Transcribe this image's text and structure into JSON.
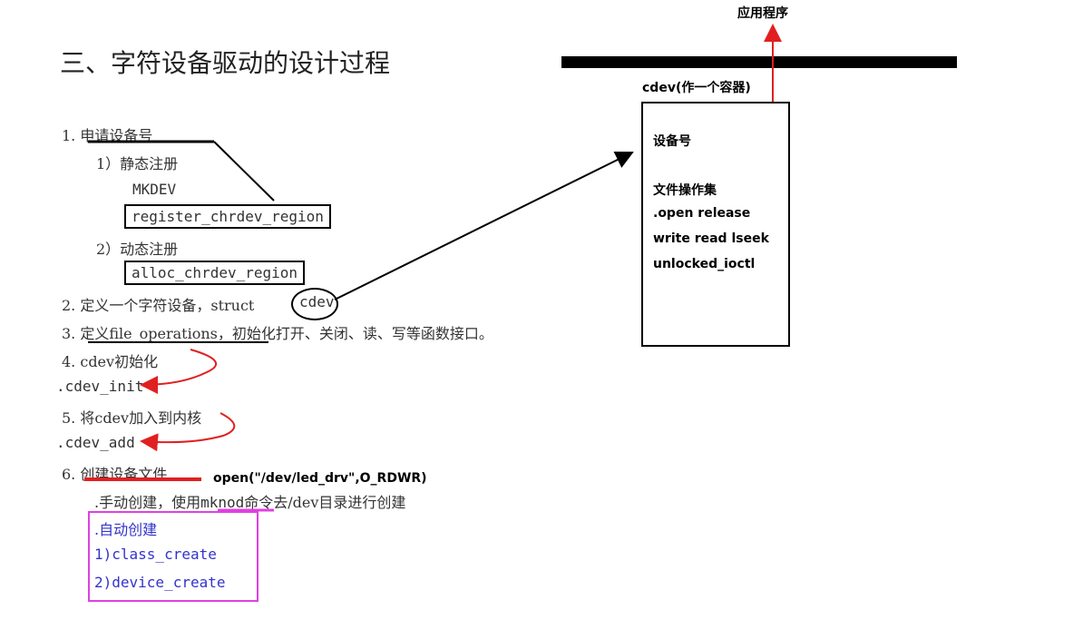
{
  "title": "三、字符设备驱动的设计过程",
  "steps": {
    "s1": "1. 申请设备号",
    "s1a": "1）静态注册",
    "mkdev": "MKDEV",
    "reg": "register_chrdev_region",
    "s1b": "2）动态注册",
    "alloc": "alloc_chrdev_region",
    "s2": "2. 定义一个字符设备，struct",
    "cdev": "cdev",
    "s3": "3. 定义file_operations，初始化打开、关闭、读、写等函数接口。",
    "s4": "4. cdev初始化",
    "cdev_init": ".cdev_init",
    "s5": "5. 将cdev加入到内核",
    "cdev_add": ".cdev_add",
    "s6": "6. 创建设备文件",
    "open_call": "open(\"/dev/led_drv\",O_RDWR)",
    "manual_pre": ".手动创建，使用",
    "mknod": "mknod",
    "manual_post": "命令去/dev目录进行创建",
    "auto": ".自动创建",
    "class_create": "1)class_create",
    "device_create": "2)device_create"
  },
  "diagram": {
    "app_label": "应用程序",
    "container_label": "cdev(作一个容器)",
    "box_lines": [
      "设备号",
      "文件操作集",
      ".open release",
      "write read lseek",
      "unlocked_ioctl"
    ]
  },
  "colors": {
    "red": "#e02020",
    "magenta": "#e040e0",
    "blue": "#3333cc"
  }
}
